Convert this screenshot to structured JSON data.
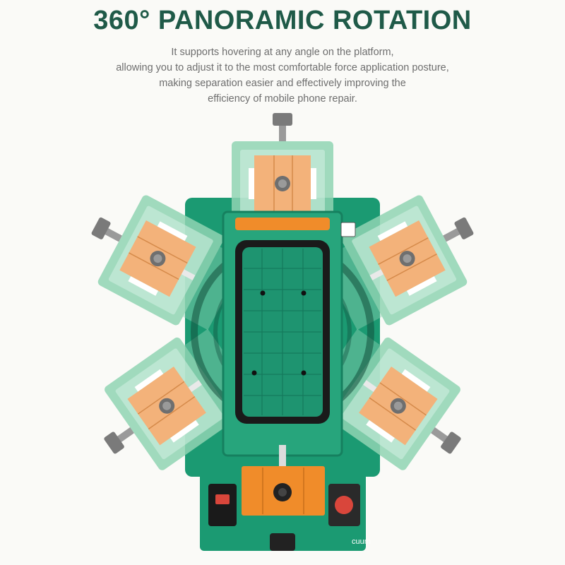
{
  "header": {
    "title": "360° PANORAMIC ROTATION",
    "description_lines": [
      "It supports hovering at any angle on the platform,",
      "allowing you to adjust it to the most comfortable force application posture,",
      "making separation easier and effectively improving the",
      "efficiency of mobile phone repair."
    ]
  },
  "device": {
    "label": "cuum",
    "colors": {
      "base_green": "#1b9a72",
      "ghost_plate_green": "#8fd3b3",
      "clamp_orange": "#f2a25a",
      "knob_grey": "#8a8a8a",
      "gasket_black": "#1a1a1a",
      "button_red": "#d9463b"
    }
  }
}
